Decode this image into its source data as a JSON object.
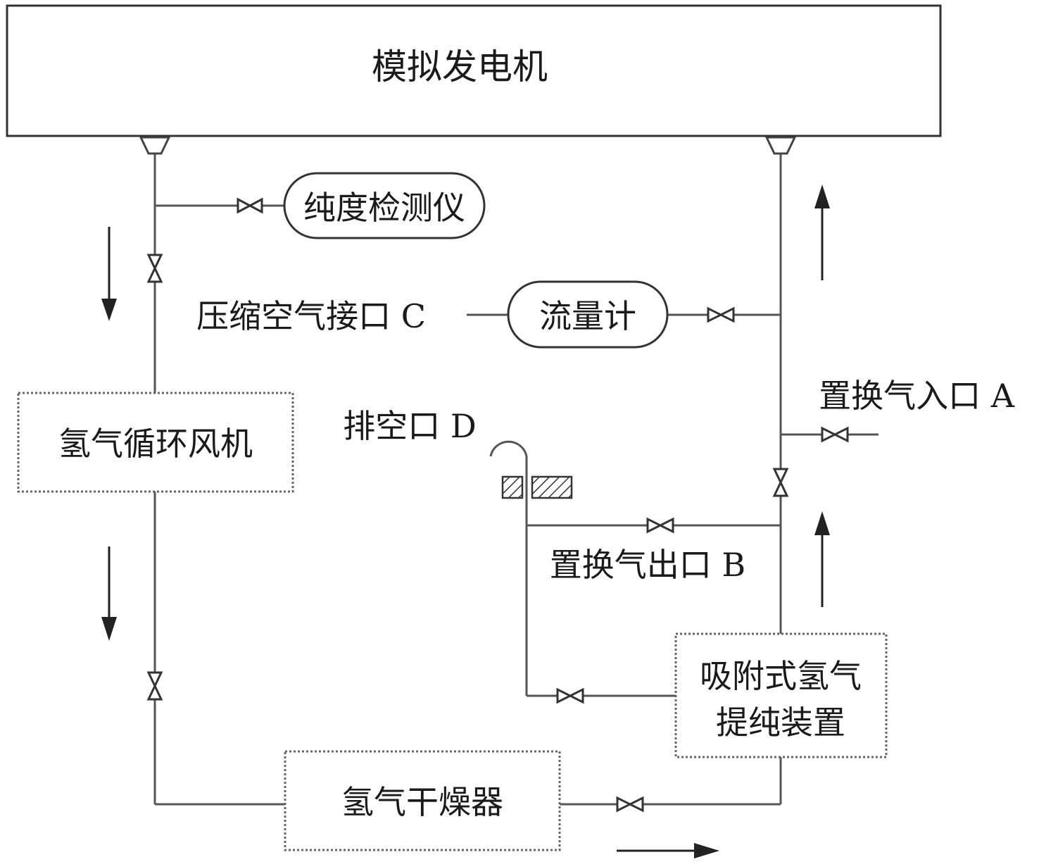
{
  "generator": {
    "label": "模拟发电机"
  },
  "purity_meter": {
    "label": "纯度检测仪"
  },
  "flow_meter": {
    "label": "流量计"
  },
  "compressed_air": {
    "label": "压缩空气接口 C"
  },
  "circulation_fan": {
    "label": "氢气循环风机"
  },
  "vent": {
    "label": "排空口 D"
  },
  "replacement_inlet": {
    "label": "置换气入口 A"
  },
  "replacement_outlet": {
    "label": "置换气出口 B"
  },
  "purifier": {
    "line1": "吸附式氢气",
    "line2": "提纯装置"
  },
  "dryer": {
    "label": "氢气干燥器"
  },
  "colors": {
    "line": "#555555",
    "box_border": "#333333",
    "text": "#1a1a1a"
  }
}
